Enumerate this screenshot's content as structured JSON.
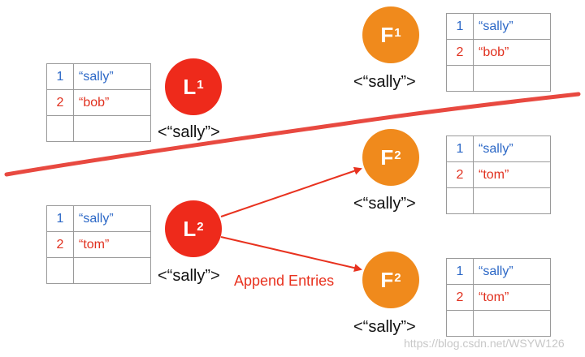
{
  "terms": {
    "l1": "<“sally”>",
    "f1": "<“sally”>",
    "l2": "<“sally”>",
    "f2a": "<“sally”>",
    "f2b": "<“sally”>"
  },
  "nodes": {
    "l1": {
      "letter": "L",
      "num": "1"
    },
    "f1": {
      "letter": "F",
      "num": "1"
    },
    "l2": {
      "letter": "L",
      "num": "2"
    },
    "f2a": {
      "letter": "F",
      "num": "2"
    },
    "f2b": {
      "letter": "F",
      "num": "2"
    }
  },
  "logs": {
    "l1": {
      "rows": [
        {
          "index": "1",
          "value": "“sally”"
        },
        {
          "index": "2",
          "value": "“bob”"
        },
        {
          "index": "",
          "value": ""
        }
      ]
    },
    "f1": {
      "rows": [
        {
          "index": "1",
          "value": "“sally”"
        },
        {
          "index": "2",
          "value": "“bob”"
        },
        {
          "index": "",
          "value": ""
        }
      ]
    },
    "l2": {
      "rows": [
        {
          "index": "1",
          "value": "“sally”"
        },
        {
          "index": "2",
          "value": "“tom”"
        },
        {
          "index": "",
          "value": ""
        }
      ]
    },
    "f2a": {
      "rows": [
        {
          "index": "1",
          "value": "“sally”"
        },
        {
          "index": "2",
          "value": "“tom”"
        },
        {
          "index": "",
          "value": ""
        }
      ]
    },
    "f2b": {
      "rows": [
        {
          "index": "1",
          "value": "“sally”"
        },
        {
          "index": "2",
          "value": "“tom”"
        },
        {
          "index": "",
          "value": ""
        }
      ]
    }
  },
  "arrow_label": "Append Entries",
  "watermark": "https://blog.csdn.net/WSYW126",
  "colors": {
    "leader": "#ee2a1b",
    "follower": "#f08a1c",
    "index_one": "#2b67c6",
    "index_two": "#e0301e",
    "partition_line": "#e5352b",
    "arrow": "#e8321f"
  }
}
